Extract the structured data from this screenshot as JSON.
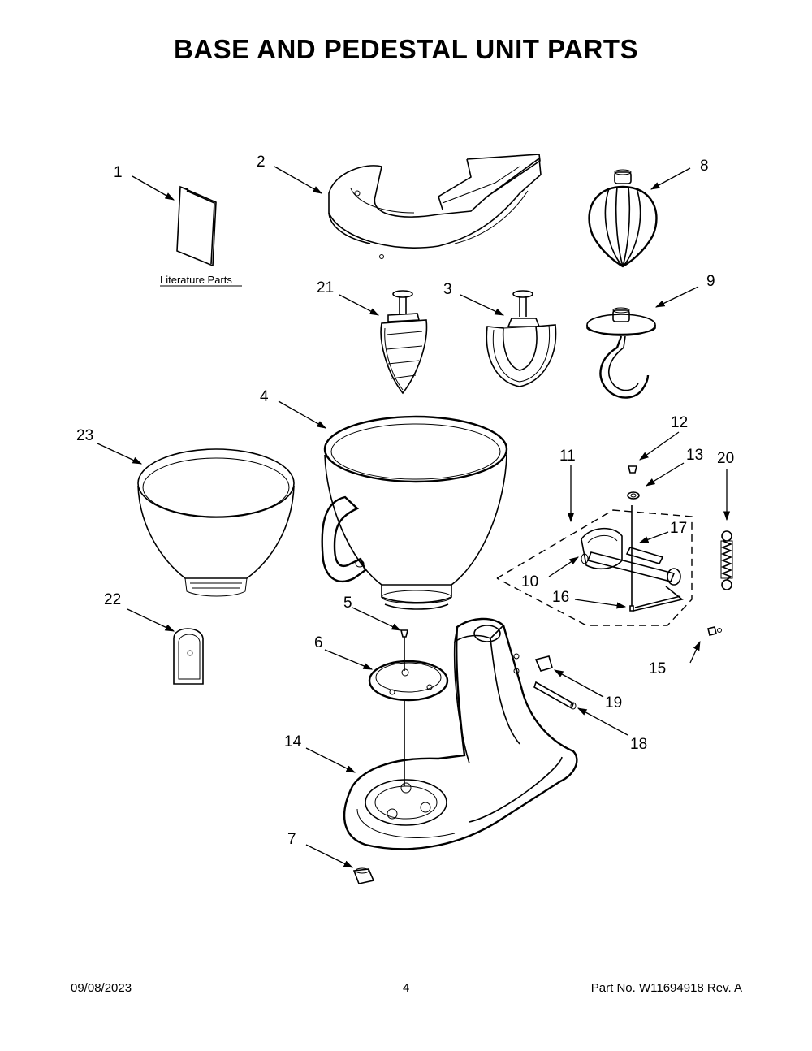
{
  "title": "BASE AND PEDESTAL UNIT PARTS",
  "literature_label": "Literature Parts",
  "callouts": [
    "1",
    "2",
    "3",
    "4",
    "5",
    "6",
    "7",
    "8",
    "9",
    "10",
    "11",
    "12",
    "13",
    "14",
    "15",
    "16",
    "17",
    "18",
    "19",
    "20",
    "21",
    "22",
    "23"
  ],
  "footer": {
    "date": "09/08/2023",
    "page": "4",
    "part": "Part No.  W11694918  Rev.  A"
  }
}
